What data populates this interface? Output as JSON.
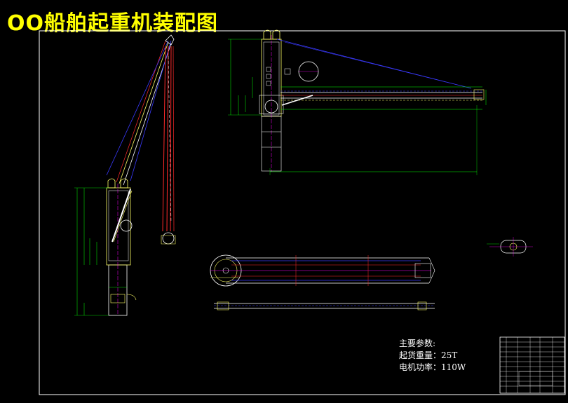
{
  "title": "OO船舶起重机装配图",
  "parameters": {
    "heading": "主要参数:",
    "lifting_weight": "起货重量：25T",
    "motor_power": "电机功率：110W"
  },
  "colors": {
    "background": "#000000",
    "title": "#ffff00",
    "dimension": "#00ff00",
    "boom": "#ff2a2a",
    "wire": "#3a3aff",
    "structure": "#ffffff",
    "hull": "#ffff66",
    "centerline": "#ff00ff"
  }
}
